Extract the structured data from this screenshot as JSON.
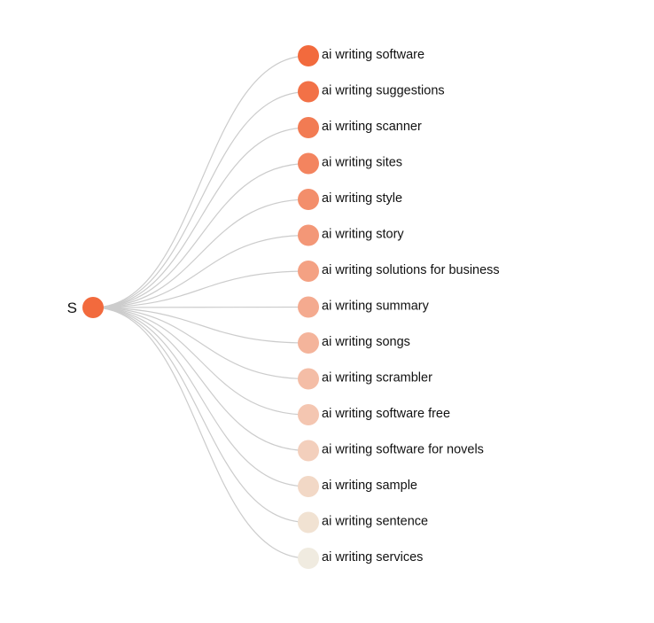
{
  "tree": {
    "root": {
      "label": "S",
      "color": "#f26a3d"
    },
    "leaves": [
      {
        "label": "ai writing software",
        "color": "#f26a3d"
      },
      {
        "label": "ai writing suggestions",
        "color": "#f27147"
      },
      {
        "label": "ai writing scanner",
        "color": "#f27b53"
      },
      {
        "label": "ai writing sites",
        "color": "#f3845f"
      },
      {
        "label": "ai writing style",
        "color": "#f38e6b"
      },
      {
        "label": "ai writing story",
        "color": "#f39777"
      },
      {
        "label": "ai writing solutions for business",
        "color": "#f4a183"
      },
      {
        "label": "ai writing summary",
        "color": "#f4aa8f"
      },
      {
        "label": "ai writing songs",
        "color": "#f4b49b"
      },
      {
        "label": "ai writing scrambler",
        "color": "#f4bda6"
      },
      {
        "label": "ai writing software free",
        "color": "#f4c6b1"
      },
      {
        "label": "ai writing software for novels",
        "color": "#f3cfbc"
      },
      {
        "label": "ai writing sample",
        "color": "#f2d8c6"
      },
      {
        "label": "ai writing sentence",
        "color": "#f1e2d2"
      },
      {
        "label": "ai writing services",
        "color": "#f0ebe0"
      }
    ]
  }
}
